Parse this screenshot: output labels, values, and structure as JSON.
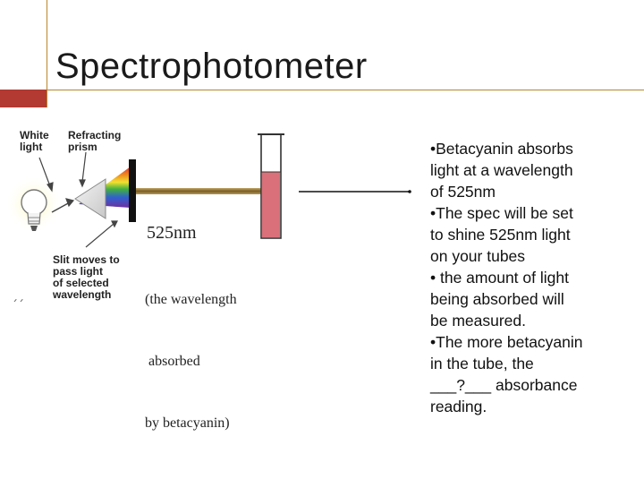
{
  "slide": {
    "title": "Spectrophotometer"
  },
  "diagram": {
    "white_light_label": [
      "White",
      "light"
    ],
    "prism_label": [
      "Refracting",
      "prism"
    ],
    "slit_label": [
      "Slit moves to",
      "pass light",
      "of selected",
      "wavelength"
    ],
    "wavelength_label": "525nm",
    "note_lines": [
      "(the wavelength",
      " absorbed",
      "by betacyanin)"
    ],
    "colors": {
      "accent": "#b23a32",
      "rule": "#b8862e",
      "solution": "#d9707a",
      "beam": "#8a6a2a"
    }
  },
  "bullets": [
    "•Betacyanin absorbs",
    "light at a wavelength",
    "of 525nm",
    "•The spec will be set",
    "to shine 525nm light",
    "on your tubes",
    "• the amount of light",
    "being absorbed will",
    "be measured.",
    "•The more betacyanin",
    "in the tube, the",
    "___?___ absorbance",
    "reading."
  ]
}
